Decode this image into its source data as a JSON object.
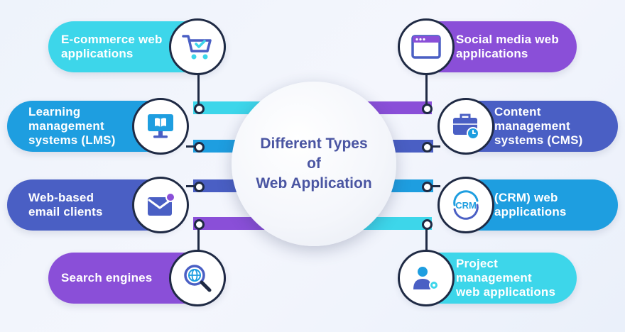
{
  "title": {
    "lines": [
      "Different Types",
      "of",
      "Web Application"
    ]
  },
  "items": [
    {
      "label": [
        "E-commerce web",
        "applications"
      ],
      "icon": "shopping-cart-icon"
    },
    {
      "label": [
        "Learning",
        "management",
        "systems (LMS)"
      ],
      "icon": "monitor-book-icon"
    },
    {
      "label": [
        "Web-based",
        "email clients"
      ],
      "icon": "envelope-icon"
    },
    {
      "label": [
        "Search engines"
      ],
      "icon": "magnifier-globe-icon"
    },
    {
      "label": [
        "Social media web",
        "applications"
      ],
      "icon": "browser-window-icon"
    },
    {
      "label": [
        "Content",
        "management",
        "systems (CMS)"
      ],
      "icon": "briefcase-clock-icon"
    },
    {
      "label": [
        "(CRM) web",
        "applications"
      ],
      "icon": "crm-icon",
      "icon_text": "CRM"
    },
    {
      "label": [
        "Project",
        "management",
        "web applications"
      ],
      "icon": "user-gear-icon"
    }
  ],
  "colors": {
    "cyan": "#3dd6ea",
    "blue": "#1e9ee0",
    "indigo": "#4a5fc4",
    "purple": "#8a4fd8",
    "title": "#4a55a2"
  }
}
